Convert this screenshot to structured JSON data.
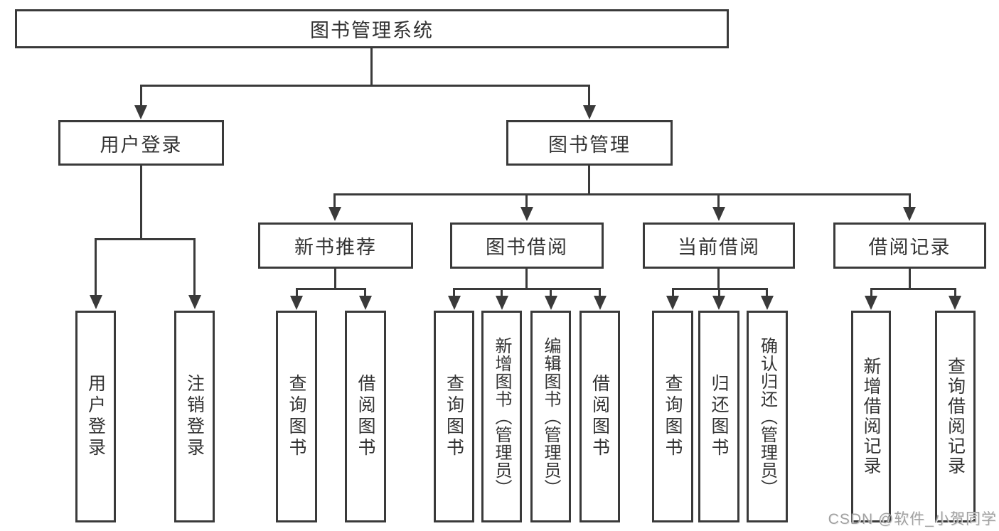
{
  "diagram": {
    "title": "图书管理系统",
    "branches": [
      {
        "label": "用户登录",
        "children": [
          {
            "label": "用户登录"
          },
          {
            "label": "注销登录"
          }
        ]
      },
      {
        "label": "图书管理",
        "children": [
          {
            "label": "新书推荐",
            "children": [
              {
                "label": "查询图书"
              },
              {
                "label": "借阅图书"
              }
            ]
          },
          {
            "label": "图书借阅",
            "children": [
              {
                "label": "查询图书"
              },
              {
                "label": "新增图书（管理员）"
              },
              {
                "label": "编辑图书（管理员）"
              },
              {
                "label": "借阅图书"
              }
            ]
          },
          {
            "label": "当前借阅",
            "children": [
              {
                "label": "查询图书"
              },
              {
                "label": "归还图书"
              },
              {
                "label": "确认归还（管理员）"
              }
            ]
          },
          {
            "label": "借阅记录",
            "children": [
              {
                "label": "新增借阅记录"
              },
              {
                "label": "查询借阅记录"
              }
            ]
          }
        ]
      }
    ]
  },
  "watermark": {
    "text": "CSDN @软件_小贺同学"
  },
  "colors": {
    "line": "#3a3a3a",
    "text": "#333333",
    "background": "#ffffff",
    "watermark": "#9c9c9c"
  }
}
